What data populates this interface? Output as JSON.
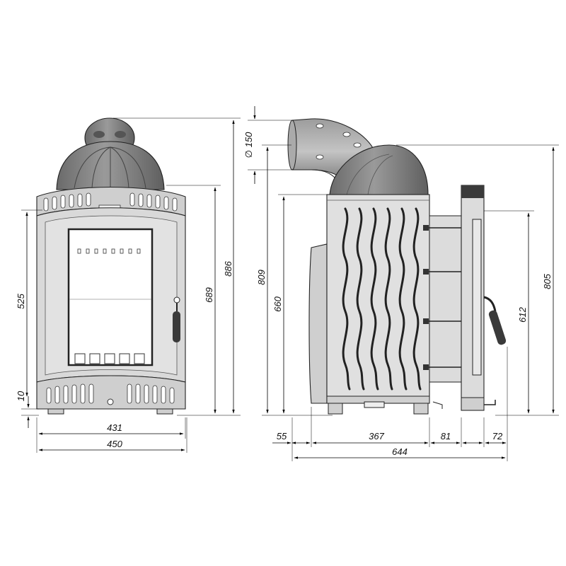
{
  "dimensions": {
    "front": {
      "total_height": "886",
      "body_height": "689",
      "door_height": "525",
      "base_height": "10",
      "inner_width": "431",
      "total_width": "450"
    },
    "side": {
      "flue_diameter": "∅ 150",
      "body_height": "809",
      "side_panel_height": "660",
      "front_frame_height": "612",
      "total_height": "805",
      "rear_offset": "55",
      "body_depth": "367",
      "frame_depth": "81",
      "handle_depth": "72",
      "total_depth": "644"
    }
  },
  "colors": {
    "dome": "#7c7c7c",
    "body": "#d9d9d9",
    "stroke": "#222222"
  }
}
